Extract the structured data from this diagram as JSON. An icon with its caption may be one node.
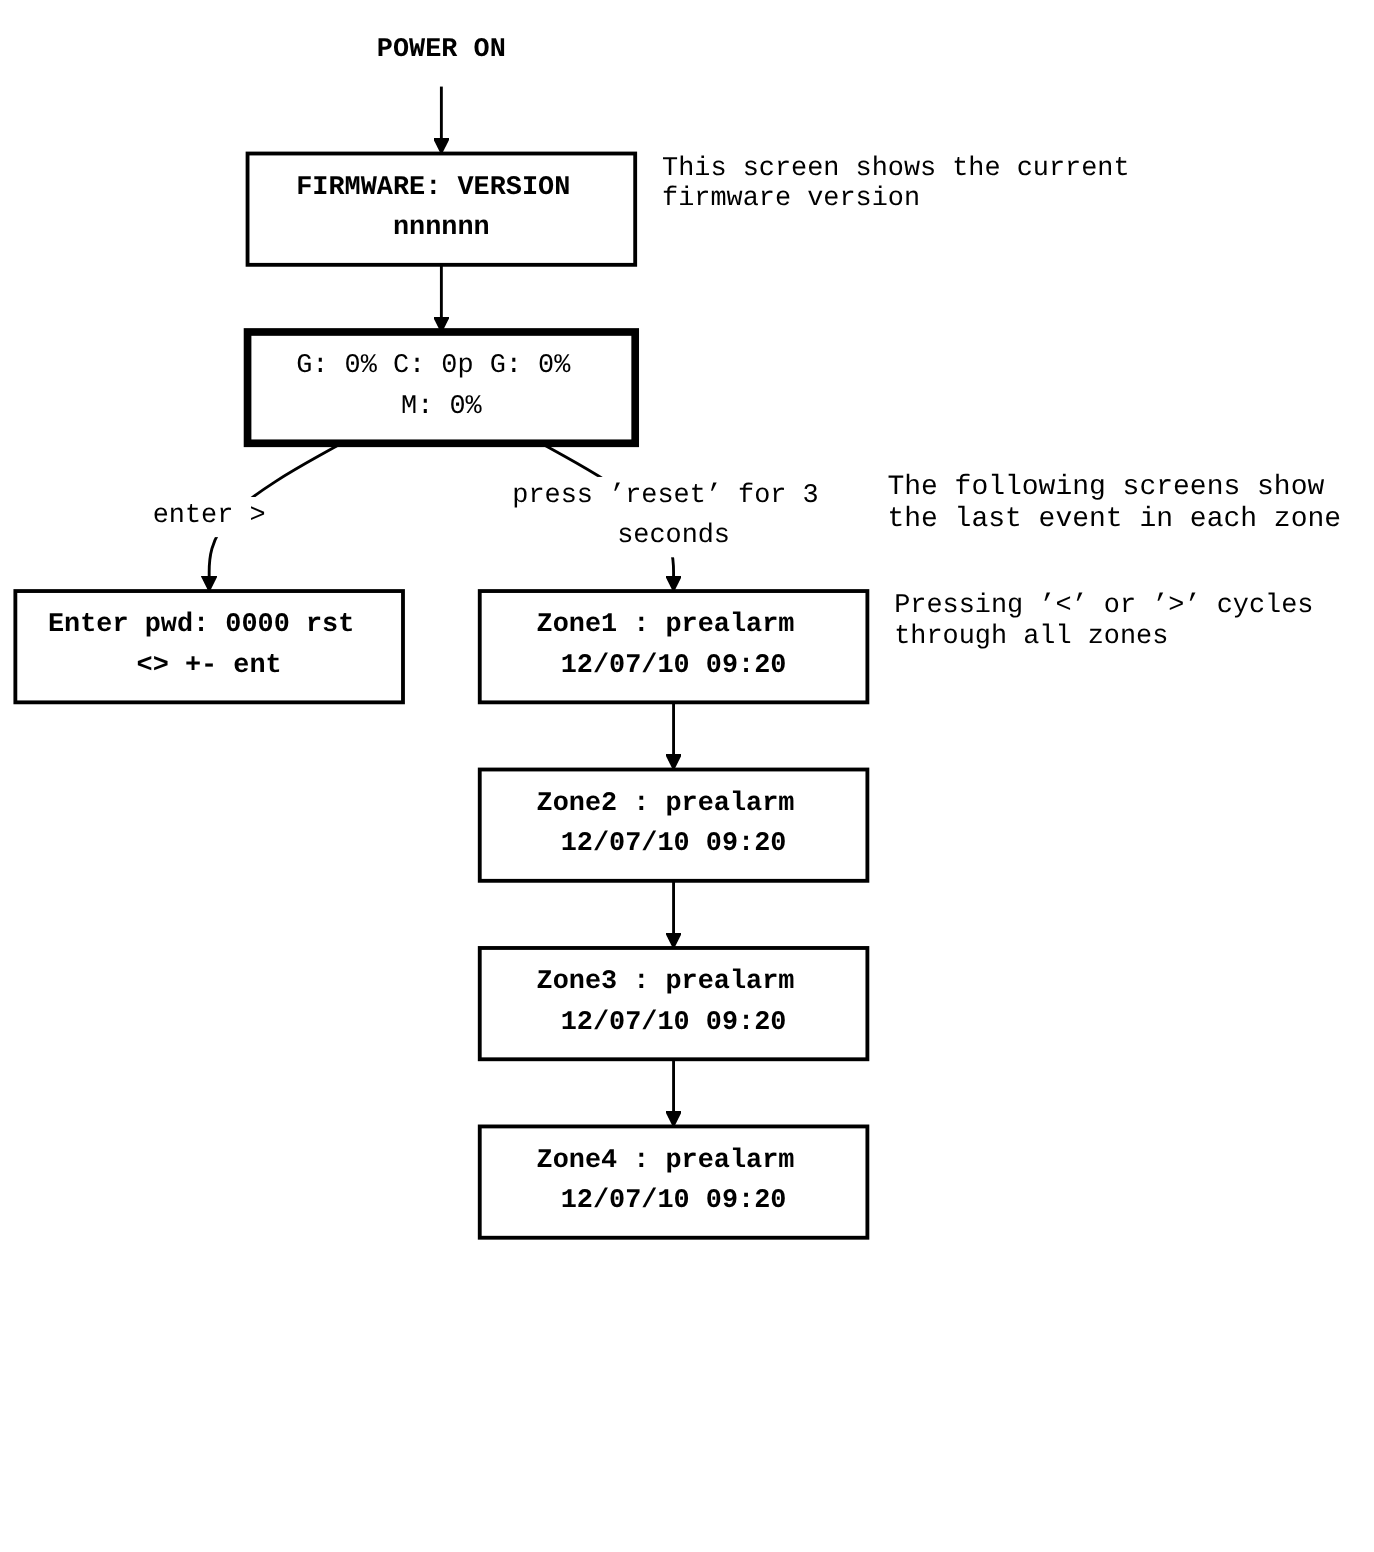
{
  "diagram": {
    "nodes": [
      {
        "text": [
          "POWER ON"
        ]
      },
      {
        "text": [
          "FIRMWARE: VERSION nnnnnn"
        ],
        "beside": [
          "This screen shows the current firmware version"
        ]
      },
      {
        "text": [
          "G: 0% C: 0p G: 0% M: 0%"
        ]
      },
      {
        "text": [
          "Enter pwd: 0000 rst <> +- ent"
        ]
      },
      {
        "text": [
          "Zone1 : prealarm 12/07/10 09:20"
        ],
        "beside": [
          "Pressing ’<’ or ’>’ cycles through all zones"
        ]
      },
      {
        "text": [
          "Zone2 : prealarm 12/07/10 09:20"
        ]
      },
      {
        "text": [
          "Zone3 : prealarm 12/07/10 09:20"
        ]
      },
      {
        "text": [
          "Zone4 : prealarm 12/07/10 09:20"
        ]
      }
    ],
    "edges": [
      {
        "from": 0,
        "to": 1,
        "arrow": "to"
      },
      {
        "from": 1,
        "to": 2,
        "arrow": "to"
      },
      {
        "from": 2,
        "to": 3,
        "arrow": "to",
        "label": "enter >"
      },
      {
        "from": 2,
        "to": 4,
        "arrow": "to",
        "label": "press ’reset’ for 3 seconds"
      },
      {
        "from": 4,
        "to": 5,
        "arrow": "to"
      },
      {
        "from": 5,
        "to": 6,
        "arrow": "to"
      },
      {
        "from": 6,
        "to": 7,
        "arrow": "to"
      }
    ],
    "labels": [
      "The following screens show the last event in each zone"
    ]
  }
}
